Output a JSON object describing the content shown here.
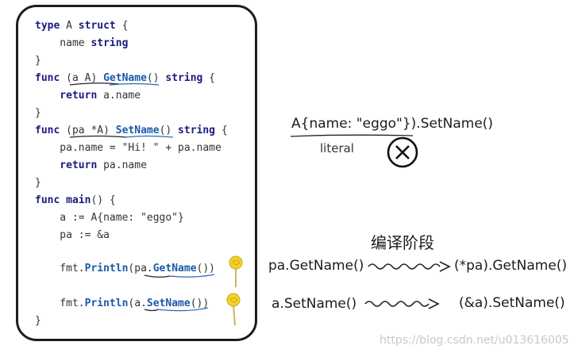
{
  "code": {
    "line1_kw": "type",
    "line1_rest": " A ",
    "line1_kw2": "struct",
    "line1_brace": " {",
    "line2_field": "    name ",
    "line2_type": "string",
    "line3": "}",
    "line4_kw": "func",
    "line4_recv": " (a A) ",
    "line4_fn": "GetName",
    "line4_paren": "() ",
    "line4_type": "string",
    "line4_brace": " {",
    "line5_kw": "    return",
    "line5_rest": " a.name",
    "line6": "}",
    "line7_kw": "func",
    "line7_recv": " (pa *A) ",
    "line7_fn": "SetName",
    "line7_paren": "() ",
    "line7_type": "string",
    "line7_brace": " {",
    "line8": "    pa.name = \"Hi! \" + pa.name",
    "line9_kw": "    return",
    "line9_rest": " pa.name",
    "line10": "}",
    "line11_kw": "func",
    "line11_fn": " main",
    "line11_rest": "() {",
    "line12": "    a := A{name: \"eggo\"}",
    "line13": "    pa := &a",
    "line14_pre": "    fmt.",
    "line14_fn": "Println",
    "line14_arg_open": "(",
    "line14_arg_obj": "pa.",
    "line14_arg_fn": "GetName",
    "line14_close": "())",
    "line15_pre": "    fmt.",
    "line15_fn": "Println",
    "line15_arg_open": "(",
    "line15_arg_obj": "a.",
    "line15_arg_fn": "SetName",
    "line15_close": "())",
    "line16": "}"
  },
  "annotations": {
    "literal_expr": "A{name: \"eggo\"}).SetName()",
    "literal_label": "literal",
    "compile_title": "编译阶段",
    "row1_left": "pa.GetName()",
    "row1_right": "(*pa).GetName()",
    "row2_left": "a.SetName()",
    "row2_right": "(&a).SetName()"
  },
  "watermark": "https://blog.csdn.net/u013616005",
  "colors": {
    "keyword": "#1b1b7e",
    "function": "#1a5aa8",
    "lollipop": "#f2d22b"
  }
}
